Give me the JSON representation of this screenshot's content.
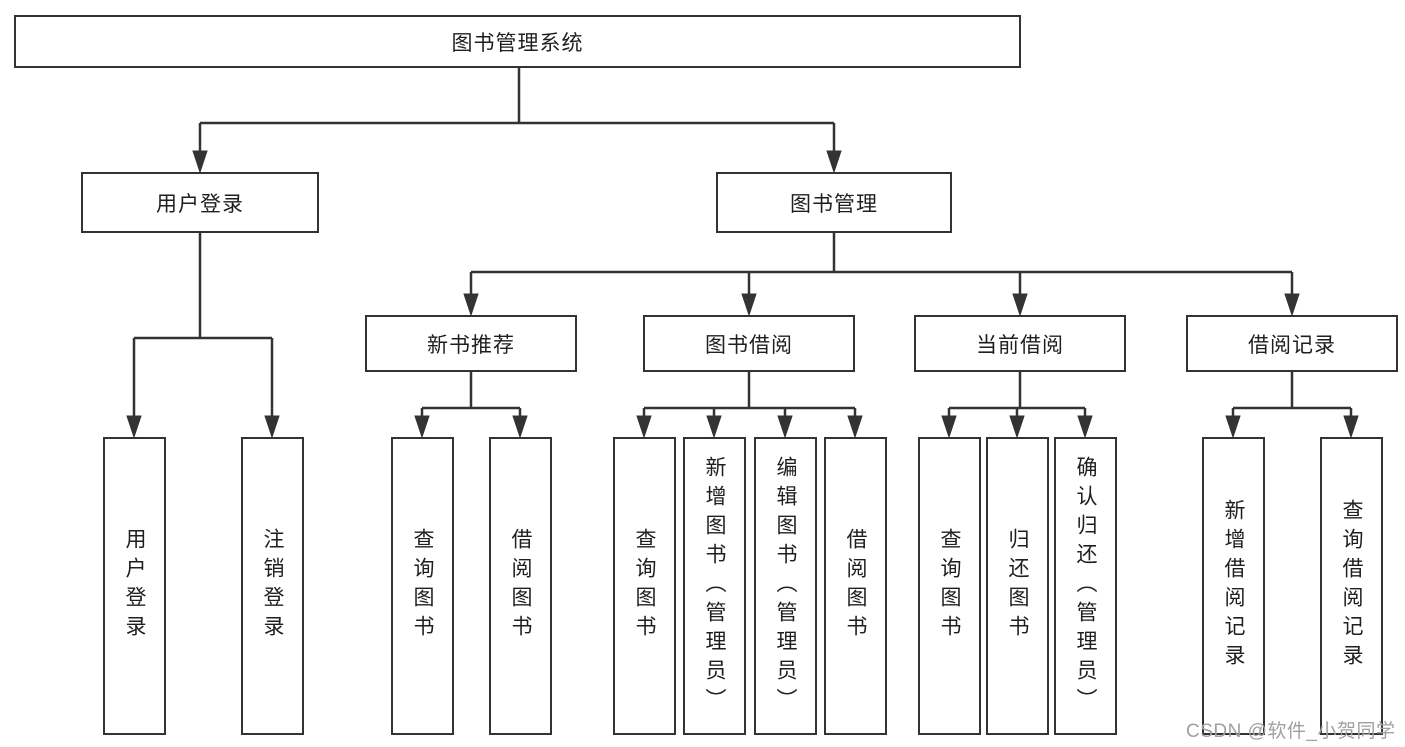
{
  "diagram": {
    "root": {
      "label": "图书管理系统"
    },
    "level2": [
      {
        "label": "用户登录"
      },
      {
        "label": "图书管理"
      }
    ],
    "level3": [
      {
        "label": "新书推荐"
      },
      {
        "label": "图书借阅"
      },
      {
        "label": "当前借阅"
      },
      {
        "label": "借阅记录"
      }
    ],
    "leaves": [
      {
        "label": "用户登录"
      },
      {
        "label": "注销登录"
      },
      {
        "label": "查询图书"
      },
      {
        "label": "借阅图书"
      },
      {
        "label": "查询图书"
      },
      {
        "label": "新增图书（管理员）"
      },
      {
        "label": "编辑图书（管理员）"
      },
      {
        "label": "借阅图书"
      },
      {
        "label": "查询图书"
      },
      {
        "label": "归还图书"
      },
      {
        "label": "确认归还（管理员）"
      },
      {
        "label": "新增借阅记录"
      },
      {
        "label": "查询借阅记录"
      }
    ]
  },
  "watermark": {
    "text": "CSDN @软件_小贺同学"
  },
  "colors": {
    "line": "#333333",
    "border": "#333333",
    "text": "#1f1f1f",
    "background": "#ffffff",
    "watermark": "#a0a0a0"
  }
}
